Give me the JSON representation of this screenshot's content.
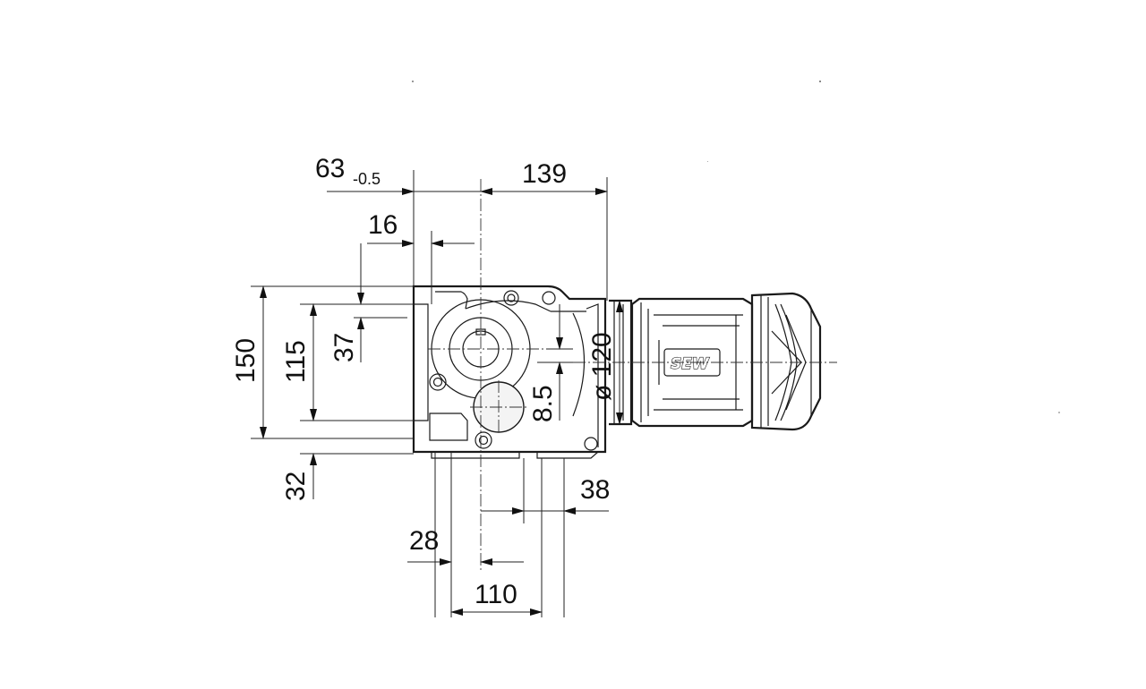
{
  "drawing": {
    "dimensions": {
      "d63": "63",
      "d63_tol": "-0.5",
      "d139": "139",
      "d16": "16",
      "d150": "150",
      "d115": "115",
      "d37": "37",
      "d32": "32",
      "d8_5": "8.5",
      "d120": "ø 120",
      "d38": "38",
      "d28": "28",
      "d110": "110"
    },
    "logo": "SEW"
  }
}
